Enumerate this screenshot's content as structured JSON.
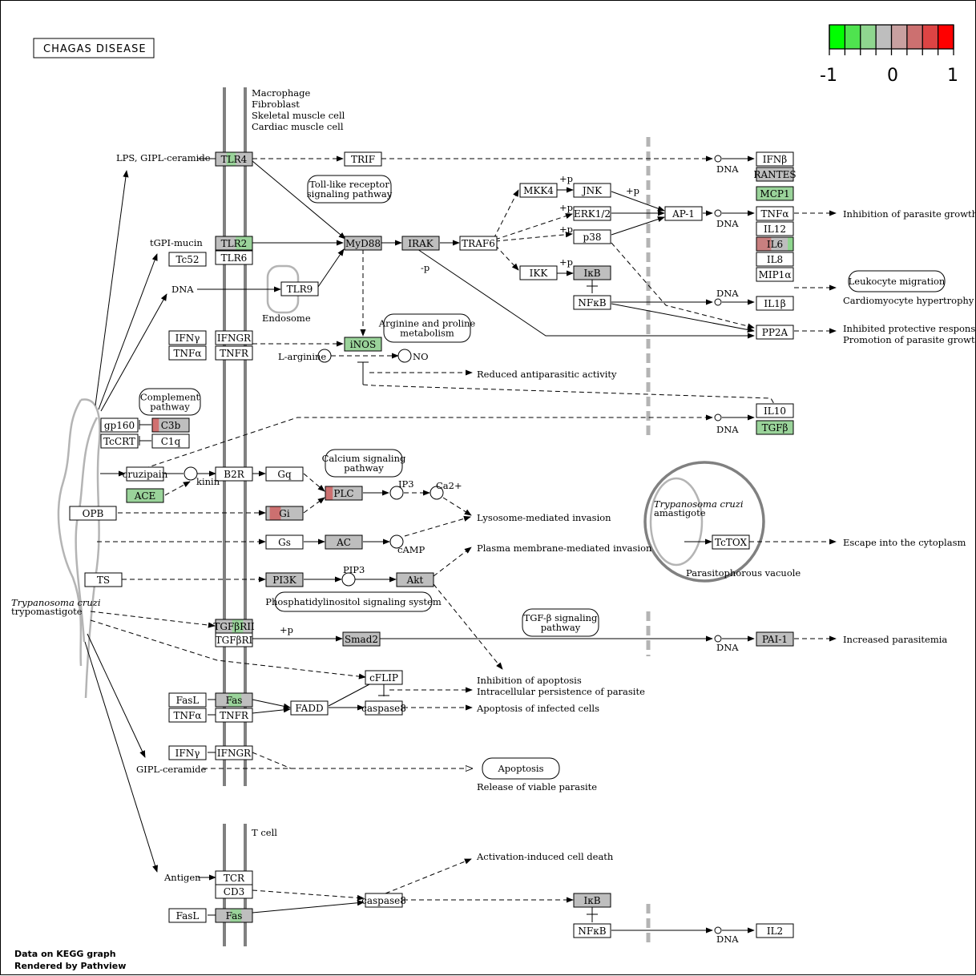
{
  "title": "CHAGAS DISEASE",
  "legend": {
    "colors": [
      "#00ff00",
      "#4fe34f",
      "#8fd68f",
      "#bebebe",
      "#c8a0a0",
      "#cc7070",
      "#dd4444",
      "#ff0000"
    ],
    "min_label": "-1",
    "mid_label": "0",
    "max_label": "1"
  },
  "footer": {
    "line1": "Data on KEGG graph",
    "line2": "Rendered by Pathview"
  },
  "cell_labels": {
    "macrophage": [
      "Macrophage",
      "Fibroblast",
      "Skeletal muscle cell",
      "Cardiac muscle cell"
    ],
    "tcell": "T cell",
    "parasite_trypo": [
      "Trypanosoma cruzi",
      "trypomastigote"
    ],
    "parasite_amasti": [
      "Trypanosoma cruzi",
      "amastigote"
    ],
    "vacuole": "Parasitophorous vacuole",
    "endosome": "Endosome"
  },
  "genes": [
    {
      "id": "TLR4",
      "label": "TLR4",
      "fill": "#bebebe"
    },
    {
      "id": "TRIF",
      "label": "TRIF",
      "fill": "#ffffff"
    },
    {
      "id": "IFNb",
      "label": "IFNβ",
      "fill": "#ffffff"
    },
    {
      "id": "RANTES",
      "label": "RANTES",
      "fill": "#bebebe"
    },
    {
      "id": "MCP1",
      "label": "MCP1",
      "fill": "#9ad39a"
    },
    {
      "id": "TNFa_out",
      "label": "TNFα",
      "fill": "#ffffff"
    },
    {
      "id": "IL12",
      "label": "IL12",
      "fill": "#ffffff"
    },
    {
      "id": "IL6",
      "label": "IL6",
      "fill": "#bebebe"
    },
    {
      "id": "IL8",
      "label": "IL8",
      "fill": "#ffffff"
    },
    {
      "id": "MIP1a",
      "label": "MIP1α",
      "fill": "#ffffff"
    },
    {
      "id": "IL1b",
      "label": "IL1β",
      "fill": "#ffffff"
    },
    {
      "id": "PP2A",
      "label": "PP2A",
      "fill": "#ffffff"
    },
    {
      "id": "IL10",
      "label": "IL10",
      "fill": "#ffffff"
    },
    {
      "id": "TGFb",
      "label": "TGFβ",
      "fill": "#9ad39a"
    },
    {
      "id": "TLR2",
      "label": "TLR2",
      "fill": "#bebebe"
    },
    {
      "id": "TLR6",
      "label": "TLR6",
      "fill": "#ffffff"
    },
    {
      "id": "Tc52",
      "label": "Tc52",
      "fill": "#ffffff"
    },
    {
      "id": "TLR9",
      "label": "TLR9",
      "fill": "#ffffff"
    },
    {
      "id": "MyD88",
      "label": "MyD88",
      "fill": "#bebebe"
    },
    {
      "id": "IRAK",
      "label": "IRAK",
      "fill": "#bebebe"
    },
    {
      "id": "TRAF6",
      "label": "TRAF6",
      "fill": "#ffffff"
    },
    {
      "id": "MKK4",
      "label": "MKK4",
      "fill": "#ffffff"
    },
    {
      "id": "JNK",
      "label": "JNK",
      "fill": "#ffffff"
    },
    {
      "id": "ERK",
      "label": "ERK1/2",
      "fill": "#ffffff"
    },
    {
      "id": "p38",
      "label": "p38",
      "fill": "#ffffff"
    },
    {
      "id": "AP1",
      "label": "AP-1",
      "fill": "#ffffff"
    },
    {
      "id": "IKK",
      "label": "IKK",
      "fill": "#ffffff"
    },
    {
      "id": "IkB",
      "label": "IκB",
      "fill": "#bebebe"
    },
    {
      "id": "NFkB",
      "label": "NFκB",
      "fill": "#ffffff"
    },
    {
      "id": "IFNy1",
      "label": "IFNγ",
      "fill": "#ffffff"
    },
    {
      "id": "IFNGR1",
      "label": "IFNGR",
      "fill": "#ffffff"
    },
    {
      "id": "TNFa1",
      "label": "TNFα",
      "fill": "#ffffff"
    },
    {
      "id": "TNFR1",
      "label": "TNFR",
      "fill": "#ffffff"
    },
    {
      "id": "iNOS",
      "label": "iNOS",
      "fill": "#9ad39a"
    },
    {
      "id": "gp160",
      "label": "gp160",
      "fill": "#ffffff"
    },
    {
      "id": "C3b",
      "label": "C3b",
      "fill": "#bebebe"
    },
    {
      "id": "TcCRT",
      "label": "TcCRT",
      "fill": "#ffffff"
    },
    {
      "id": "C1q",
      "label": "C1q",
      "fill": "#ffffff"
    },
    {
      "id": "cruzipain",
      "label": "cruzipain",
      "fill": "#ffffff"
    },
    {
      "id": "ACE",
      "label": "ACE",
      "fill": "#9ad39a"
    },
    {
      "id": "B2R",
      "label": "B2R",
      "fill": "#ffffff"
    },
    {
      "id": "Gq",
      "label": "Gq",
      "fill": "#ffffff"
    },
    {
      "id": "PLC",
      "label": "PLC",
      "fill": "#bebebe"
    },
    {
      "id": "OPB",
      "label": "OPB",
      "fill": "#ffffff"
    },
    {
      "id": "Gi",
      "label": "Gi",
      "fill": "#bebebe"
    },
    {
      "id": "Gs",
      "label": "Gs",
      "fill": "#ffffff"
    },
    {
      "id": "AC",
      "label": "AC",
      "fill": "#bebebe"
    },
    {
      "id": "TS",
      "label": "TS",
      "fill": "#ffffff"
    },
    {
      "id": "PI3K",
      "label": "PI3K",
      "fill": "#bebebe"
    },
    {
      "id": "Akt",
      "label": "Akt",
      "fill": "#bebebe"
    },
    {
      "id": "TcTOX",
      "label": "TcTOX",
      "fill": "#ffffff"
    },
    {
      "id": "TGFbRII",
      "label": "TGFβRII",
      "fill": "#bebebe"
    },
    {
      "id": "TGFbRI",
      "label": "TGFβRI",
      "fill": "#ffffff"
    },
    {
      "id": "Smad2",
      "label": "Smad2",
      "fill": "#bebebe"
    },
    {
      "id": "PAI1",
      "label": "PAI-1",
      "fill": "#bebebe"
    },
    {
      "id": "cFLIP",
      "label": "cFLIP",
      "fill": "#ffffff"
    },
    {
      "id": "FasL1",
      "label": "FasL",
      "fill": "#ffffff"
    },
    {
      "id": "Fas1",
      "label": "Fas",
      "fill": "#bebebe"
    },
    {
      "id": "TNFa2",
      "label": "TNFα",
      "fill": "#ffffff"
    },
    {
      "id": "TNFR2",
      "label": "TNFR",
      "fill": "#ffffff"
    },
    {
      "id": "FADD",
      "label": "FADD",
      "fill": "#ffffff"
    },
    {
      "id": "casp8a",
      "label": "caspase8",
      "fill": "#ffffff"
    },
    {
      "id": "IFNy2",
      "label": "IFNγ",
      "fill": "#ffffff"
    },
    {
      "id": "IFNGR2",
      "label": "IFNGR",
      "fill": "#ffffff"
    },
    {
      "id": "TCR",
      "label": "TCR",
      "fill": "#ffffff"
    },
    {
      "id": "CD3",
      "label": "CD3",
      "fill": "#ffffff"
    },
    {
      "id": "FasL2",
      "label": "FasL",
      "fill": "#ffffff"
    },
    {
      "id": "Fas2",
      "label": "Fas",
      "fill": "#bebebe"
    },
    {
      "id": "casp8b",
      "label": "caspase8",
      "fill": "#ffffff"
    },
    {
      "id": "IkB2",
      "label": "IκB",
      "fill": "#bebebe"
    },
    {
      "id": "NFkB2",
      "label": "NFκB",
      "fill": "#ffffff"
    },
    {
      "id": "IL2",
      "label": "IL2",
      "fill": "#ffffff"
    }
  ],
  "pathway_links": [
    {
      "id": "tlr_path",
      "lines": [
        "Toll-like receptor",
        "signaling pathway"
      ]
    },
    {
      "id": "arg_path",
      "lines": [
        "Arginine and proline",
        "metabolism"
      ]
    },
    {
      "id": "comp_path",
      "lines": [
        "Complement",
        "pathway"
      ]
    },
    {
      "id": "ca_path",
      "lines": [
        "Calcium signaling",
        "pathway"
      ]
    },
    {
      "id": "pi_path",
      "lines": [
        "Phosphatidylinositol signaling system"
      ]
    },
    {
      "id": "tgf_path",
      "lines": [
        "TGF-β signaling",
        "pathway"
      ]
    },
    {
      "id": "leuko",
      "lines": [
        "Leukocyte migration"
      ]
    },
    {
      "id": "apop",
      "lines": [
        "Apoptosis"
      ]
    }
  ],
  "labels": [
    {
      "id": "lps",
      "text": "LPS, GIPL-ceramide"
    },
    {
      "id": "tgpi",
      "text": "tGPI-mucin"
    },
    {
      "id": "dna_l",
      "text": "DNA"
    },
    {
      "id": "dna1",
      "text": "DNA"
    },
    {
      "id": "dna2",
      "text": "DNA"
    },
    {
      "id": "dna3",
      "text": "DNA"
    },
    {
      "id": "dna4",
      "text": "DNA"
    },
    {
      "id": "dna5",
      "text": "DNA"
    },
    {
      "id": "dna6",
      "text": "DNA"
    },
    {
      "id": "p1",
      "text": "+p"
    },
    {
      "id": "p2",
      "text": "+p"
    },
    {
      "id": "p3",
      "text": "+p"
    },
    {
      "id": "p4",
      "text": "+p"
    },
    {
      "id": "p5",
      "text": "+p"
    },
    {
      "id": "p6",
      "text": "+p"
    },
    {
      "id": "mp",
      "text": "-p"
    },
    {
      "id": "inhib",
      "text": "Inhibition of parasite growth"
    },
    {
      "id": "cardio",
      "text": "Cardiomyocyte hypertrophy"
    },
    {
      "id": "inhprot",
      "text": "Inhibited protective response"
    },
    {
      "id": "promo",
      "text": "Promotion of parasite growth"
    },
    {
      "id": "larg",
      "text": "L-arginine"
    },
    {
      "id": "no",
      "text": "NO"
    },
    {
      "id": "reduced",
      "text": "Reduced antiparasitic activity"
    },
    {
      "id": "kinin",
      "text": "kinin"
    },
    {
      "id": "ip3",
      "text": "IP3"
    },
    {
      "id": "ca",
      "text": "Ca2+"
    },
    {
      "id": "lyso",
      "text": "Lysosome-mediated invasion"
    },
    {
      "id": "camp",
      "text": "cAMP"
    },
    {
      "id": "plasma",
      "text": "Plasma membrane-mediated invasion"
    },
    {
      "id": "pip3",
      "text": "PIP3"
    },
    {
      "id": "escape",
      "text": "Escape into the cytoplasm"
    },
    {
      "id": "incpara",
      "text": "Increased parasitemia"
    },
    {
      "id": "inhapo",
      "text": "Inhibition of apoptosis"
    },
    {
      "id": "intra",
      "text": "Intracellular persistence of parasite"
    },
    {
      "id": "apoinf",
      "text": "Apoptosis of infected cells"
    },
    {
      "id": "gipl",
      "text": "GIPL-ceramide"
    },
    {
      "id": "release",
      "text": "Release of viable parasite"
    },
    {
      "id": "antigen",
      "text": "Antigen"
    },
    {
      "id": "aicd",
      "text": "Activation-induced cell death"
    }
  ]
}
